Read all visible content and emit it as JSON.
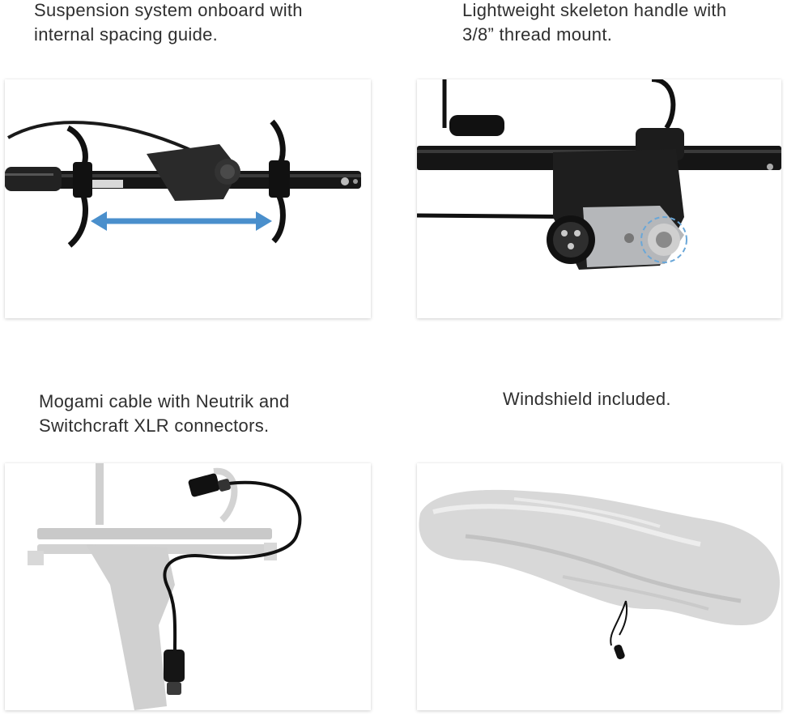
{
  "panels": [
    {
      "caption_lines": [
        "Suspension system onboard with",
        "internal spacing guide."
      ],
      "image": "suspension-system-photo"
    },
    {
      "caption_lines": [
        "Lightweight skeleton handle with",
        "3/8”  thread mount."
      ],
      "image": "skeleton-handle-photo"
    },
    {
      "caption_lines": [
        "Mogami cable with Neutrik and",
        "Switchcraft XLR connectors."
      ],
      "image": "cable-connectors-photo"
    },
    {
      "caption_lines": [
        "Windshield included."
      ],
      "image": "windshield-photo"
    }
  ]
}
